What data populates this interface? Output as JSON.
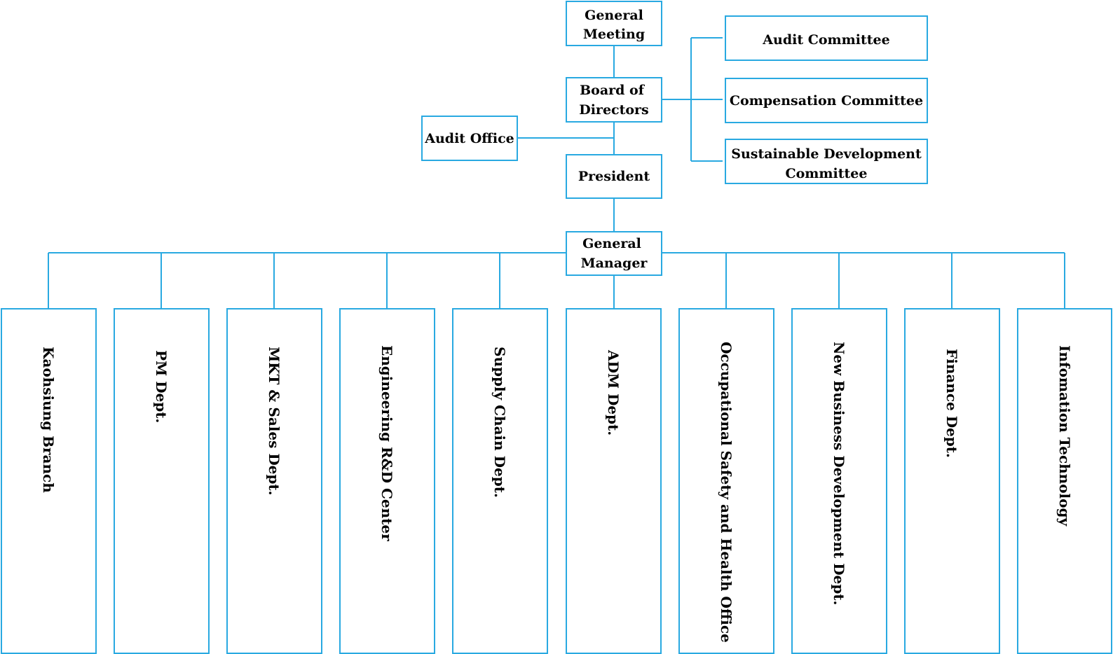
{
  "colors": {
    "line": "#29a9e1",
    "text": "#000000",
    "box_fill": "#ffffff"
  },
  "nodes": {
    "general_meeting": [
      "General",
      "Meeting"
    ],
    "board_of_directors": [
      "Board of",
      "Directors"
    ],
    "audit_office": [
      "Audit Office"
    ],
    "president": [
      "President"
    ],
    "general_manager": [
      "General",
      "Manager"
    ],
    "audit_committee": [
      "Audit Committee"
    ],
    "compensation_committee": [
      "Compensation Committee"
    ],
    "sustainable_development_committee": [
      "Sustainable Development",
      "Committee"
    ]
  },
  "departments": [
    "Kaohsiung Branch",
    "PM Dept.",
    "MKT & Sales Dept.",
    "Engineering R&D Center",
    "Supply Chain Dept.",
    "ADM Dept.",
    "Occupational Safety and Health Office",
    "New Business Development Dept.",
    "Finance Dept.",
    "Infomation Technology"
  ]
}
